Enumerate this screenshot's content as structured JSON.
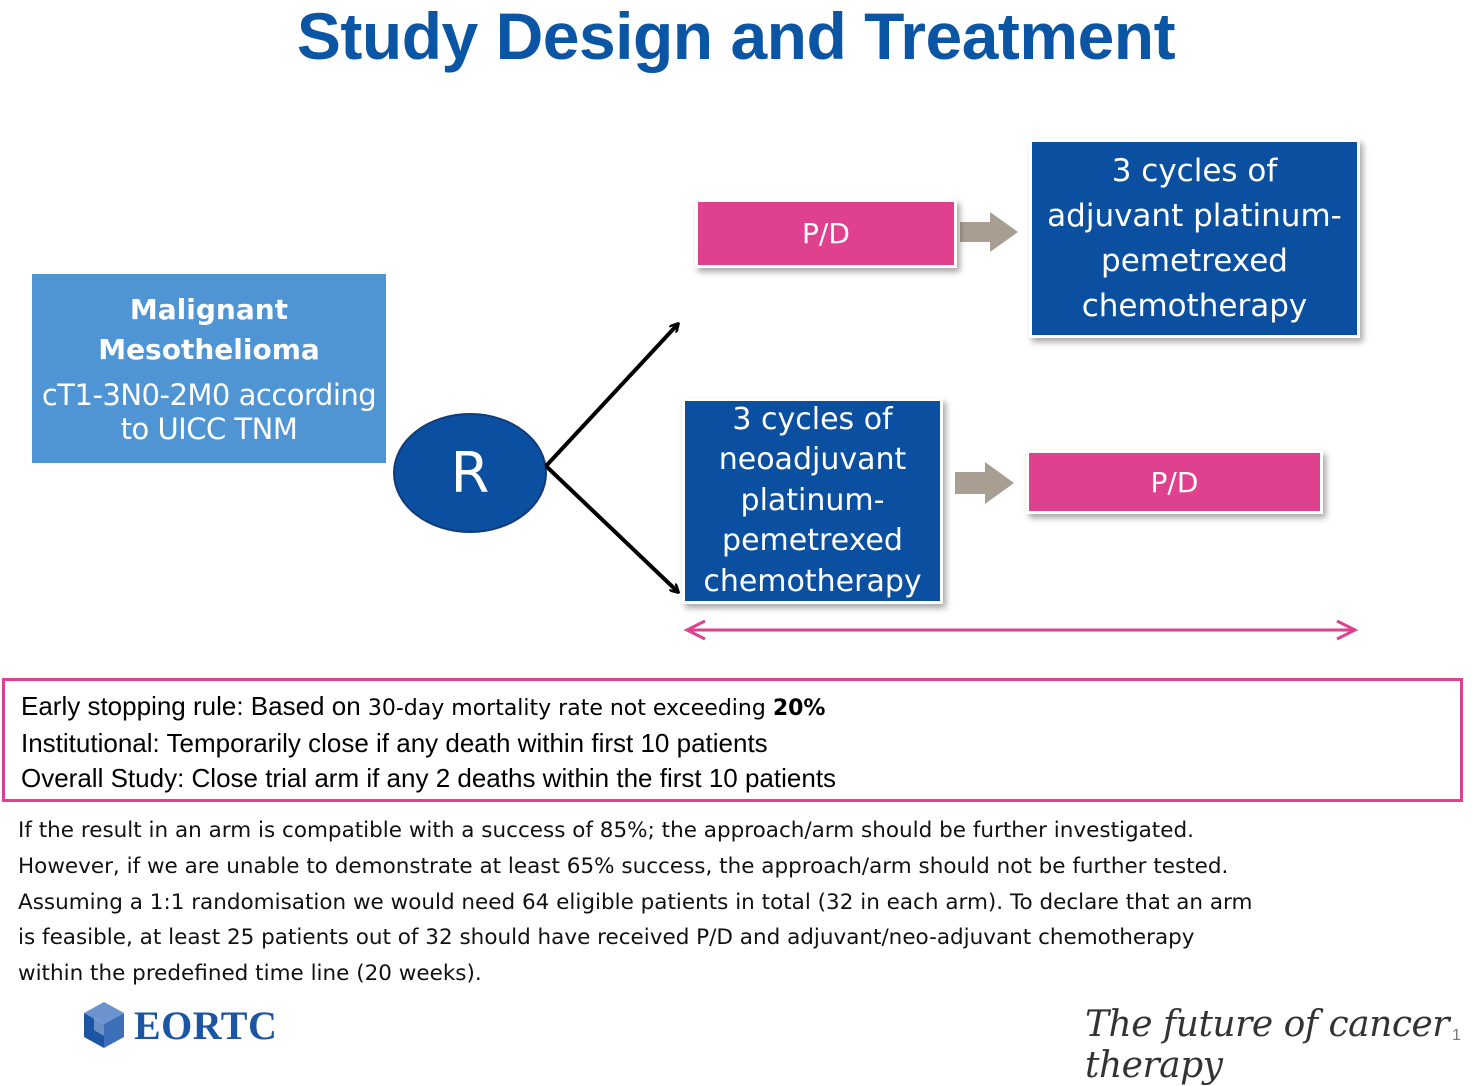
{
  "title": "Study Design and Treatment",
  "population": {
    "line1": "Malignant",
    "line2": "Mesothelioma",
    "line3": "cT1-3N0-2M0 according",
    "line4": "to UICC TNM"
  },
  "randomization_label": "R",
  "arm1": {
    "surgery": "P/D",
    "chemo": [
      "3 cycles of",
      "adjuvant platinum-",
      "pemetrexed",
      "chemotherapy"
    ]
  },
  "arm2": {
    "chemo": [
      "3 cycles of",
      "neoadjuvant",
      "platinum-",
      "pemetrexed",
      "chemotherapy"
    ],
    "surgery": "P/D"
  },
  "stopping_rules": {
    "line1_prefix": "Early stopping rule: Based on ",
    "line1_middle": "30-day mortality rate not exceeding ",
    "line1_bold": "20%",
    "line2": "Institutional: Temporarily close if any death within first 10 patients",
    "line3": "Overall Study: Close trial arm if any 2 deaths within the first 10 patients"
  },
  "notes": [
    "If the result in an arm is compatible with a success of 85%; the approach/arm should be further investigated.",
    "However, if we are unable to demonstrate at least 65% success, the approach/arm should not be further tested.",
    "Assuming a 1:1 randomisation we would need 64 eligible patients in total (32 in each arm). To declare that an arm",
    "is feasible, at least 25 patients out of  32 should have received P/D and adjuvant/neo-adjuvant chemotherapy",
    "within the predefined time line (20 weeks)."
  ],
  "footer": {
    "logo_text": "EORTC",
    "tagline": "The future of cancer therapy",
    "page_number": "1"
  },
  "colors": {
    "title": "#0b56a4",
    "population_box": "#4f95d3",
    "navy_box": "#0b4fa0",
    "pink": "#e0418f",
    "gray_arrow": "#a89f92"
  }
}
